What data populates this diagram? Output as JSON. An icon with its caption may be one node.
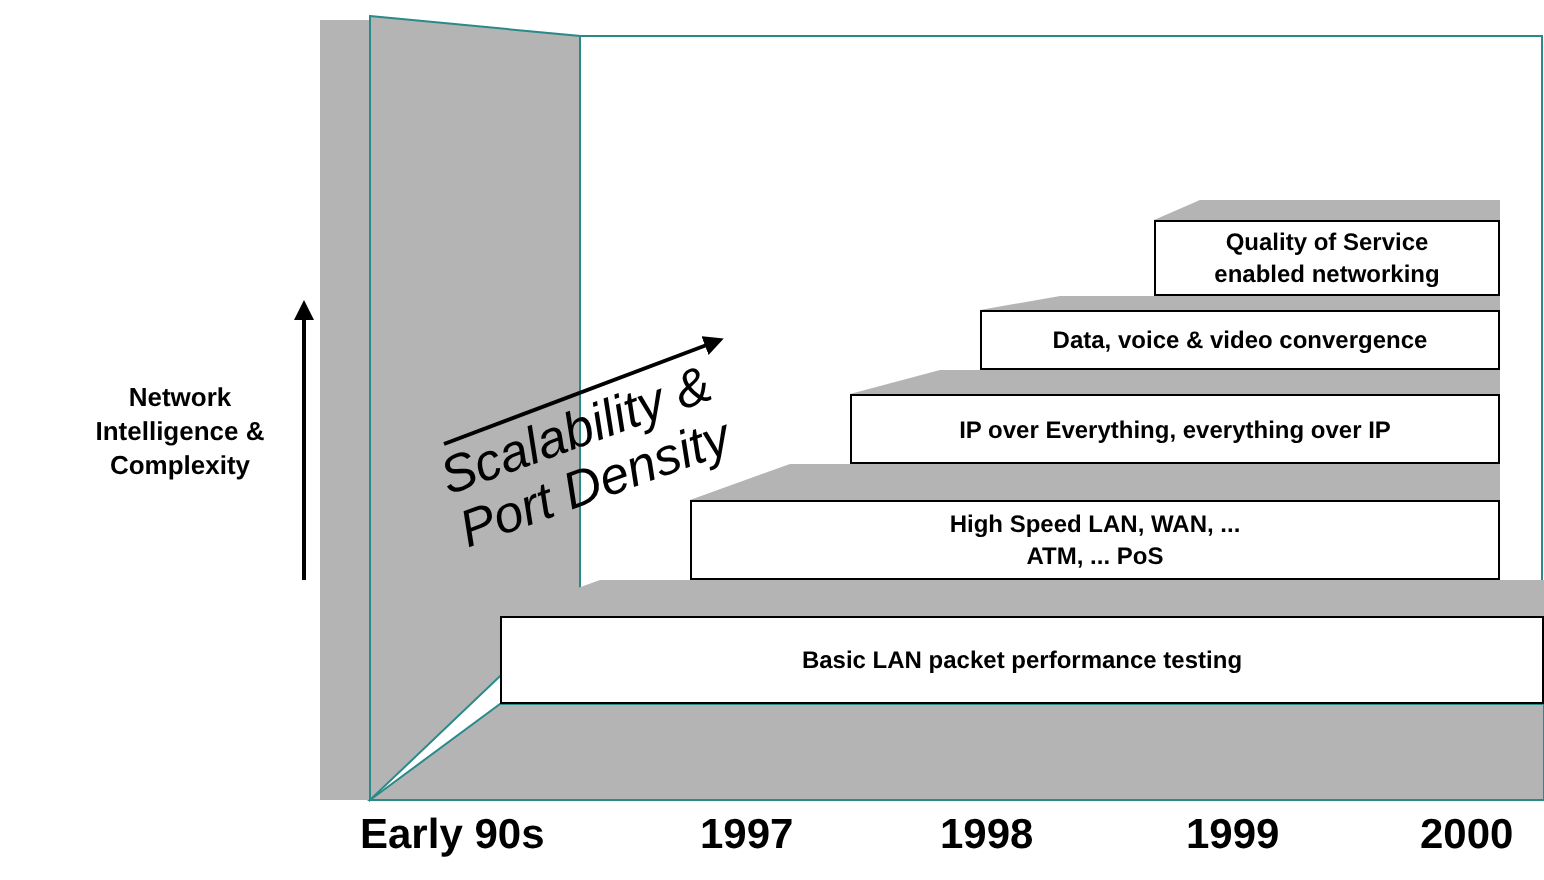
{
  "diagram": {
    "nodes": [
      {
        "text": [
          "Quality of Service enabled networking"
        ]
      },
      {
        "text": [
          "Data, voice & video convergence"
        ]
      },
      {
        "text": [
          "IP over Everything, everything over IP"
        ]
      },
      {
        "text": [
          "High Speed LAN, WAN, ... ATM, ... PoS"
        ]
      },
      {
        "text": [
          "Basic LAN packet performance testing"
        ]
      }
    ],
    "labels": [
      "Network Intelligence & Complexity",
      "Scalability & Port Density",
      "Early 90s",
      "1997",
      "1998",
      "1999",
      "2000"
    ]
  }
}
